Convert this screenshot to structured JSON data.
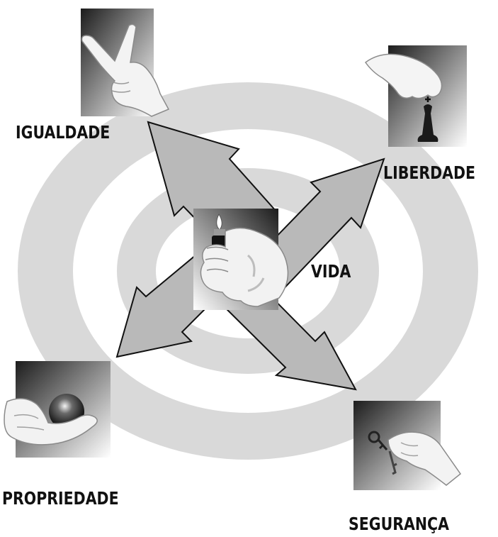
{
  "labels": {
    "center": "VIDA",
    "top_left": "IGUALDADE",
    "top_right": "LIBERDADE",
    "bottom_left": "PROPRIEDADE",
    "bottom_right": "SEGURANÇA"
  },
  "icons": {
    "center": "hand-holding-lighter-icon",
    "top_left": "peace-sign-hand-icon",
    "top_right": "hand-moving-chess-king-icon",
    "bottom_left": "hand-holding-sphere-icon",
    "bottom_right": "hand-holding-keys-icon"
  },
  "colors": {
    "rings": "#d9d9d9",
    "arrows": "#b9b9b9",
    "outline": "#111111",
    "text": "#111111"
  }
}
